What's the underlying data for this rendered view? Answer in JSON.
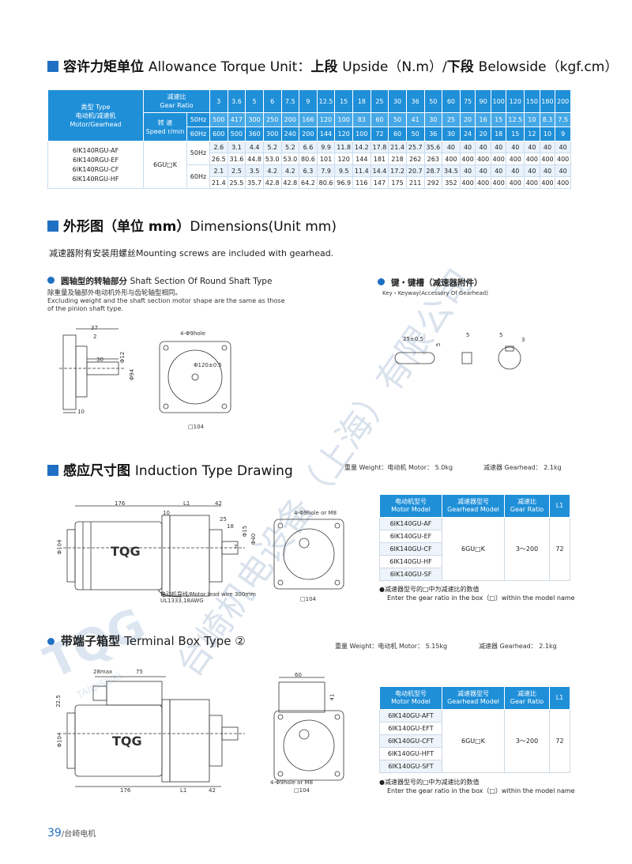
{
  "torque": {
    "title_cn": "容许力矩单位",
    "title_en": "Allowance Torque Unit：",
    "upside_cn": "上段",
    "upside_en": "Upside（N.m）/",
    "belowside_cn": "下段",
    "belowside_en": "Belowside（kgf.cm）",
    "type_label_1": "类型 Type",
    "type_label_2": "电动机/减速机",
    "type_label_3": "Motor/Gearhead",
    "ratio_cn": "减速比",
    "ratio_en": "Gear Ratio",
    "speed_cn": "转 速",
    "speed_en": "Speed r/min",
    "hz50": "50Hz",
    "hz60": "60Hz",
    "ratios": [
      "3",
      "3.6",
      "5",
      "6",
      "7.5",
      "9",
      "12.5",
      "15",
      "18",
      "25",
      "30",
      "36",
      "50",
      "60",
      "75",
      "90",
      "100",
      "120",
      "150",
      "180",
      "200"
    ],
    "speed50": [
      "500",
      "417",
      "300",
      "250",
      "200",
      "166",
      "120",
      "100",
      "83",
      "60",
      "50",
      "41",
      "30",
      "25",
      "20",
      "16",
      "15",
      "12.5",
      "10",
      "8.3",
      "7.5"
    ],
    "speed60": [
      "600",
      "500",
      "360",
      "300",
      "240",
      "200",
      "144",
      "120",
      "100",
      "72",
      "60",
      "50",
      "36",
      "30",
      "24",
      "20",
      "18",
      "15",
      "12",
      "10",
      "9"
    ],
    "models": [
      "6IK140RGU-AF",
      "6IK140RGU-EF",
      "6IK140RGU-CF",
      "6IK140RGU-HF"
    ],
    "gearhead": "6GU□K",
    "r50a": [
      "2.6",
      "3.1",
      "4.4",
      "5.2",
      "5.2",
      "6.6",
      "9.9",
      "11.8",
      "14.2",
      "17.8",
      "21.4",
      "25.7",
      "35.6",
      "40",
      "40",
      "40",
      "40",
      "40",
      "40",
      "40",
      "40"
    ],
    "r50b": [
      "26.5",
      "31.6",
      "44.8",
      "53.0",
      "53.0",
      "80.6",
      "101",
      "120",
      "144",
      "181",
      "218",
      "262",
      "263",
      "400",
      "400",
      "400",
      "400",
      "400",
      "400",
      "400",
      "400"
    ],
    "r60a": [
      "2.1",
      "2.5",
      "3.5",
      "4.2",
      "4.2",
      "6.3",
      "7.9",
      "9.5",
      "11.4",
      "14.4",
      "17.2",
      "20.7",
      "28.7",
      "34.5",
      "40",
      "40",
      "40",
      "40",
      "40",
      "40",
      "40"
    ],
    "r60b": [
      "21.4",
      "25.5",
      "35.7",
      "42.8",
      "42.8",
      "64.2",
      "80.6",
      "96.9",
      "116",
      "147",
      "175",
      "211",
      "292",
      "352",
      "400",
      "400",
      "400",
      "400",
      "400",
      "400",
      "400"
    ]
  },
  "dimensions": {
    "title_cn": "外形图（单位 mm）",
    "title_en": "Dimensions(Unit mm)",
    "note": "减速器附有安装用螺丝Mounting screws are included with gearhead.",
    "round_shaft_cn": "圆轴型的转轴部分",
    "round_shaft_en": "Shaft Section Of Round Shaft Type",
    "round_note_cn": "除重量及轴部外电动机外形与齿轮轴型相同。",
    "round_note_en1": "Excluding weight and the shaft section motor shape are the same as those",
    "round_note_en2": "of the pinion shaft type.",
    "key_cn": "键・键槽（减速器附件）",
    "key_en": "Key・Keyway(Accessory Of Gearhead)",
    "dim_37": "37",
    "dim_2": "2",
    "dim_30": "30",
    "dim_10": "10",
    "dim_phi12": "Φ12",
    "dim_phi94": "Φ94",
    "dim_hole": "4-Φ9hole",
    "dim_pcd": "Φ120±0.5",
    "dim_sq104": "□104",
    "key_25": "25±0.5",
    "key_5a": "5",
    "key_5b": "5",
    "key_5c": "5",
    "key_3": "3"
  },
  "induction": {
    "title_cn": "感应尺寸图",
    "title_en": "Induction Type Drawing",
    "weight_motor": "重量 Weight：电动机 Motor：  5.0kg",
    "weight_gear": "减速器 Gearhead：  2.1kg",
    "d176": "176",
    "dL1": "L1",
    "d42": "42",
    "d10": "10",
    "d25": "25",
    "d18": "18",
    "d7": "7",
    "dphi104": "Φ104",
    "dphi15": "Φ15",
    "dphi40": "Φ40",
    "dhole": "4-Φ9hole or M8",
    "dsq104": "□104",
    "lead_wire": "电动机导线/Motor lead wire 300mm",
    "ul": "UL1333,18AWG",
    "brand": "TQG",
    "hdr_motor_cn": "电动机型号",
    "hdr_motor_en": "Motor Model",
    "hdr_gear_cn": "减速器型号",
    "hdr_gear_en": "Gearhead Model",
    "hdr_ratio_cn": "减速比",
    "hdr_ratio_en": "Gear Ratio",
    "hdr_l1": "L1",
    "models": [
      "6IK140GU-AF",
      "6IK140GU-EF",
      "6IK140GU-CF",
      "6IK140GU-HF",
      "6IK140GU-SF"
    ],
    "gearhead": "6GU□K",
    "ratio": "3～200",
    "l1": "72",
    "note_cn": "●减速器型号的□中为减速比的数值",
    "note_en": "Enter the gear ratio in the box（□）within the model name"
  },
  "terminal": {
    "title_cn": "带端子箱型",
    "title_en": "Terminal Box Type ②",
    "weight_motor": "重量 Weight：电动机 Motor：  5.15kg",
    "weight_gear": "减速器 Gearhead：  2.1kg",
    "d28": "28max",
    "d75": "75",
    "d60": "60",
    "d41": "41",
    "d22": "22.5",
    "d176": "176",
    "dL1": "L1",
    "d42": "42",
    "dphi104": "Φ104",
    "dhole": "4-Φ9hole or M8",
    "dsq104": "□104",
    "brand": "TQG",
    "hdr_motor_cn": "电动机型号",
    "hdr_motor_en": "Motor Model",
    "hdr_gear_cn": "减速器型号",
    "hdr_gear_en": "Gearhead Model",
    "hdr_ratio_cn": "减速比",
    "hdr_ratio_en": "Gear Ratio",
    "hdr_l1": "L1",
    "models": [
      "6IK140GU-AFT",
      "6IK140GU-EFT",
      "6IK140GU-CFT",
      "6IK140GU-HFT",
      "6IK140GU-SFT"
    ],
    "gearhead": "6GU□K",
    "ratio": "3～200",
    "l1": "72",
    "note_cn": "●减速器型号的□中为减速比的数值",
    "note_en": "Enter the gear ratio in the box（□）within the model name"
  },
  "footer": {
    "page": "39",
    "company": "/台崎电机"
  },
  "watermark": {
    "text": "台崎机电设备（上海）有限公司",
    "logo": "TQG",
    "logo_sub": "TAIQISEIKI"
  }
}
